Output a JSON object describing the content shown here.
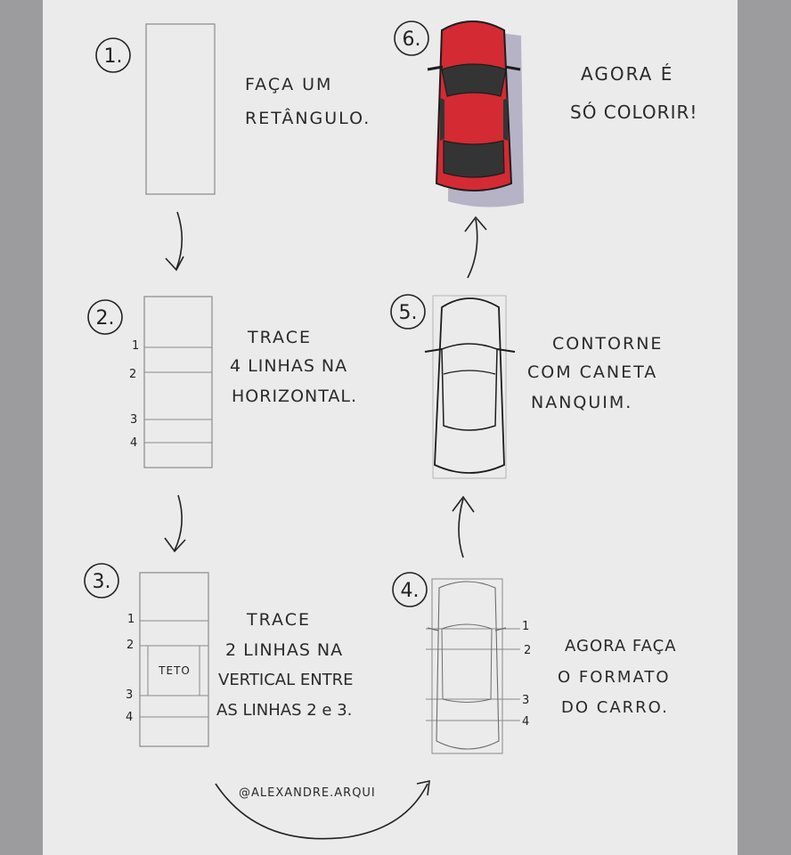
{
  "steps": [
    {
      "number": "1.",
      "text": [
        "FAÇA UM",
        "RETÂNGULO."
      ]
    },
    {
      "number": "2.",
      "text": [
        "TRACE",
        "4 LINHAS NA",
        "HORIZONTAL."
      ],
      "line_labels": [
        "1",
        "2",
        "3",
        "4"
      ]
    },
    {
      "number": "3.",
      "text": [
        "TRACE",
        "2 LINHAS NA",
        "VERTICAL ENTRE",
        "AS LINHAS 2 e 3."
      ],
      "line_labels": [
        "1",
        "2",
        "3",
        "4"
      ],
      "roof_label": "TETO"
    },
    {
      "number": "4.",
      "text": [
        "AGORA FAÇA",
        "O FORMATO",
        "DO CARRO."
      ],
      "line_labels": [
        "1",
        "2",
        "3",
        "4"
      ]
    },
    {
      "number": "5.",
      "text": [
        "CONTORNE",
        "COM CANETA",
        "NANQUIM."
      ]
    },
    {
      "number": "6.",
      "text": [
        "AGORA É",
        "SÓ COLORIR!"
      ]
    }
  ],
  "signature": "@ALEXANDRE.ARQUI",
  "colors": {
    "car_body": "#d42a33",
    "car_glass": "#343434",
    "shadow": "#b7b3c6",
    "pencil": "#8a8a8a",
    "ink": "#1d1d1d"
  }
}
